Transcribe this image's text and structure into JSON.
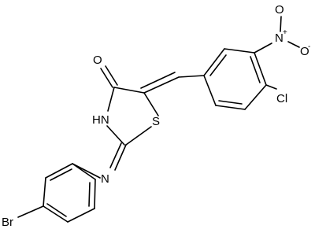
{
  "molecule": {
    "atoms": {
      "oxygen_carbonyl": "O",
      "nitrogen_ring": "HN",
      "sulfur_ring": "S",
      "nitrogen_imine": "N",
      "nitrogen_nitro": "N",
      "nitro_plus": "+",
      "oxygen_nitro_top": "O",
      "oxygen_nitro_right": "O",
      "nitro_minus": "-",
      "chlorine": "Cl",
      "bromine": "Br"
    }
  }
}
